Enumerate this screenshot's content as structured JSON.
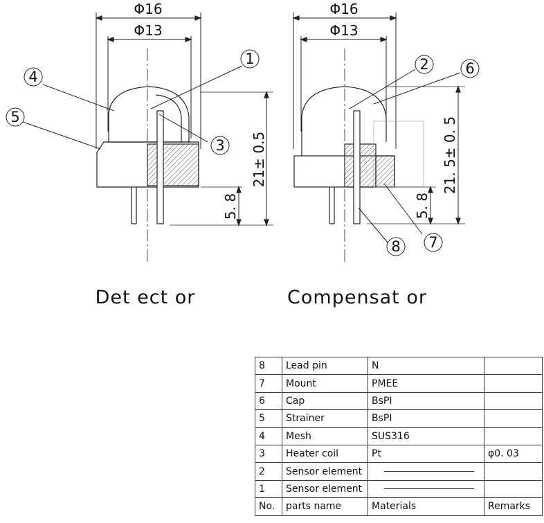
{
  "dimensions": {
    "outer_diameter": "Φ16",
    "inner_diameter": "Φ13",
    "detector_height": "21± 0.5",
    "compensator_height": "21. 5± 0. 5",
    "lead_length": "5. 8"
  },
  "callouts": {
    "c1": "1",
    "c2": "2",
    "c3": "3",
    "c4": "4",
    "c5": "5",
    "c6": "6",
    "c7": "7",
    "c8": "8"
  },
  "captions": {
    "detector": "Det ect or",
    "compensator": "Compensat or"
  },
  "parts_table": {
    "rows": [
      {
        "no": "8",
        "name": "Lead pin",
        "material": "N",
        "remarks": ""
      },
      {
        "no": "7",
        "name": "Mount",
        "material": "PMEE",
        "remarks": ""
      },
      {
        "no": "6",
        "name": "Cap",
        "material": "BsPI",
        "remarks": ""
      },
      {
        "no": "5",
        "name": "Strainer",
        "material": "BsPI",
        "remarks": ""
      },
      {
        "no": "4",
        "name": "Mesh",
        "material": "SUS316",
        "remarks": ""
      },
      {
        "no": "3",
        "name": "Heater coil",
        "material": "Pt",
        "remarks": "φ0. 03"
      },
      {
        "no": "2",
        "name": "Sensor element",
        "material": "",
        "remarks": ""
      },
      {
        "no": "1",
        "name": "Sensor element",
        "material": "",
        "remarks": ""
      }
    ],
    "header": {
      "no": "No.",
      "name": "parts name",
      "material": "Materials",
      "remarks": "Remarks"
    }
  }
}
